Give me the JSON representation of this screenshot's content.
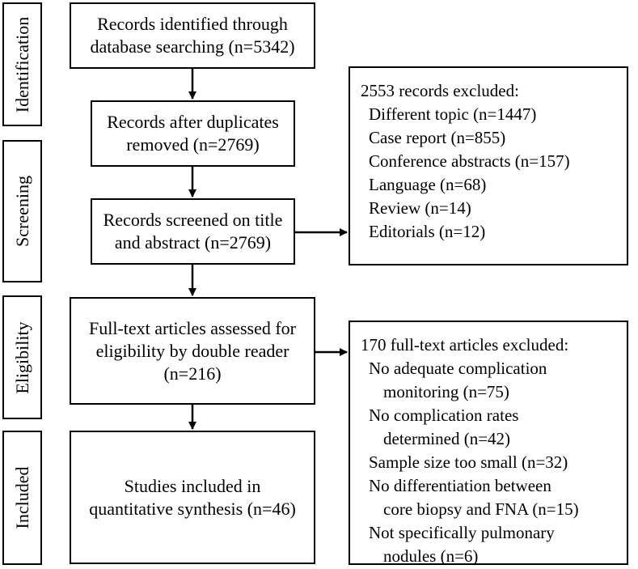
{
  "stages": [
    {
      "id": "identification",
      "label": "Identification"
    },
    {
      "id": "screening",
      "label": "Screening"
    },
    {
      "id": "eligibility",
      "label": "Eligibility"
    },
    {
      "id": "included",
      "label": "Included"
    }
  ],
  "boxes": {
    "identified": [
      "Records identified through",
      "database searching (n=5342)"
    ],
    "deduplicated": [
      "Records after duplicates",
      "removed (n=2769)"
    ],
    "screened": [
      "Records screened on title",
      "and abstract (n=2769)"
    ],
    "fulltext": [
      "Full-text articles assessed for",
      "eligibility by double reader",
      "(n=216)"
    ],
    "included": [
      "Studies included in",
      "quantitative synthesis (n=46)"
    ]
  },
  "exclusions_screening": {
    "title": "2553 records excluded:",
    "items": [
      "Different topic (n=1447)",
      "Case report (n=855)",
      "Conference abstracts (n=157)",
      "Language (n=68)",
      "Review (n=14)",
      "Editorials (n=12)"
    ]
  },
  "exclusions_fulltext": {
    "title": "170 full-text articles excluded:",
    "items": [
      {
        "line1": "No adequate complication",
        "line2": "monitoring (n=75)"
      },
      {
        "line1": "No complication rates",
        "line2": "determined (n=42)"
      },
      {
        "line1": "Sample size too small (n=32)",
        "line2": ""
      },
      {
        "line1": "No differentiation between",
        "line2": "core biopsy and FNA (n=15)"
      },
      {
        "line1": "Not specifically pulmonary",
        "line2": "nodules (n=6)"
      }
    ]
  }
}
